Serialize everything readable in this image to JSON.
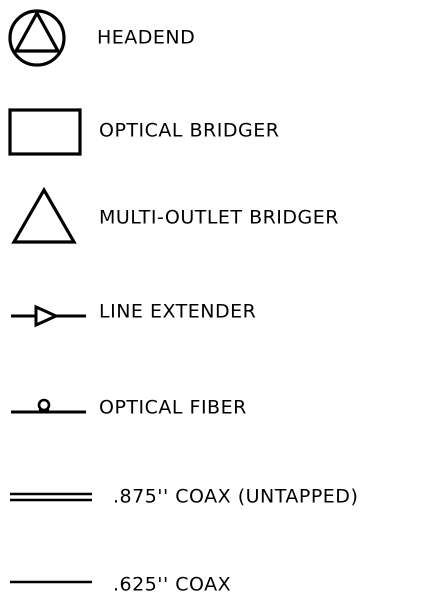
{
  "legend": {
    "items": [
      {
        "symbol": "headend-icon",
        "label": "HEADEND"
      },
      {
        "symbol": "optical-bridger-icon",
        "label": "OPTICAL BRIDGER"
      },
      {
        "symbol": "multi-outlet-bridger-icon",
        "label": "MULTI-OUTLET BRIDGER"
      },
      {
        "symbol": "line-extender-icon",
        "label": "LINE EXTENDER"
      },
      {
        "symbol": "optical-fiber-icon",
        "label": "OPTICAL FIBER"
      },
      {
        "symbol": "coax-875-icon",
        "label": ".875'' COAX (UNTAPPED)"
      },
      {
        "symbol": "coax-625-icon",
        "label": ".625'' COAX"
      }
    ]
  },
  "colors": {
    "ink": "#000000",
    "background": "#ffffff"
  }
}
